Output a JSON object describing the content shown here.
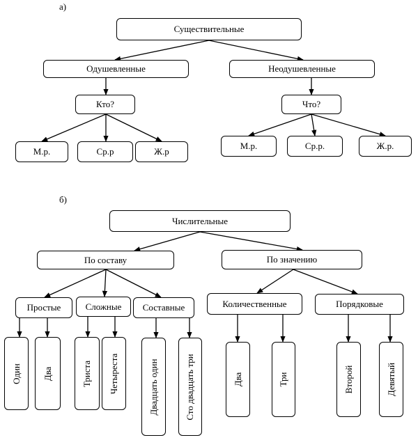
{
  "diagram_a": {
    "label": "а)",
    "root": "Существительные",
    "animate": "Одушевленные",
    "inanimate": "Неодушевленные",
    "q_who": "Кто?",
    "q_what": "Что?",
    "a_m": "М.р.",
    "a_n": "Ср.р",
    "a_f": "Ж.р",
    "i_m": "М.р.",
    "i_n": "Ср.р.",
    "i_f": "Ж.р."
  },
  "diagram_b": {
    "label": "б)",
    "root": "Числительные",
    "composition": "По составу",
    "meaning": "По значению",
    "simple": "Простые",
    "complex": "Сложные",
    "compound": "Составные",
    "cardinal": "Количественные",
    "ordinal": "Порядковые",
    "ex_odin": "Один",
    "ex_dva": "Два",
    "ex_trista": "Триста",
    "ex_chetyresta": "Четыреста",
    "ex_dvadtsat_odin": "Двадцать один",
    "ex_sto_dvadtsat_tri": "Сто двадцать три",
    "ex_dva2": "Два",
    "ex_tri": "Три",
    "ex_vtoroy": "Второй",
    "ex_devyaty": "Девятый"
  }
}
